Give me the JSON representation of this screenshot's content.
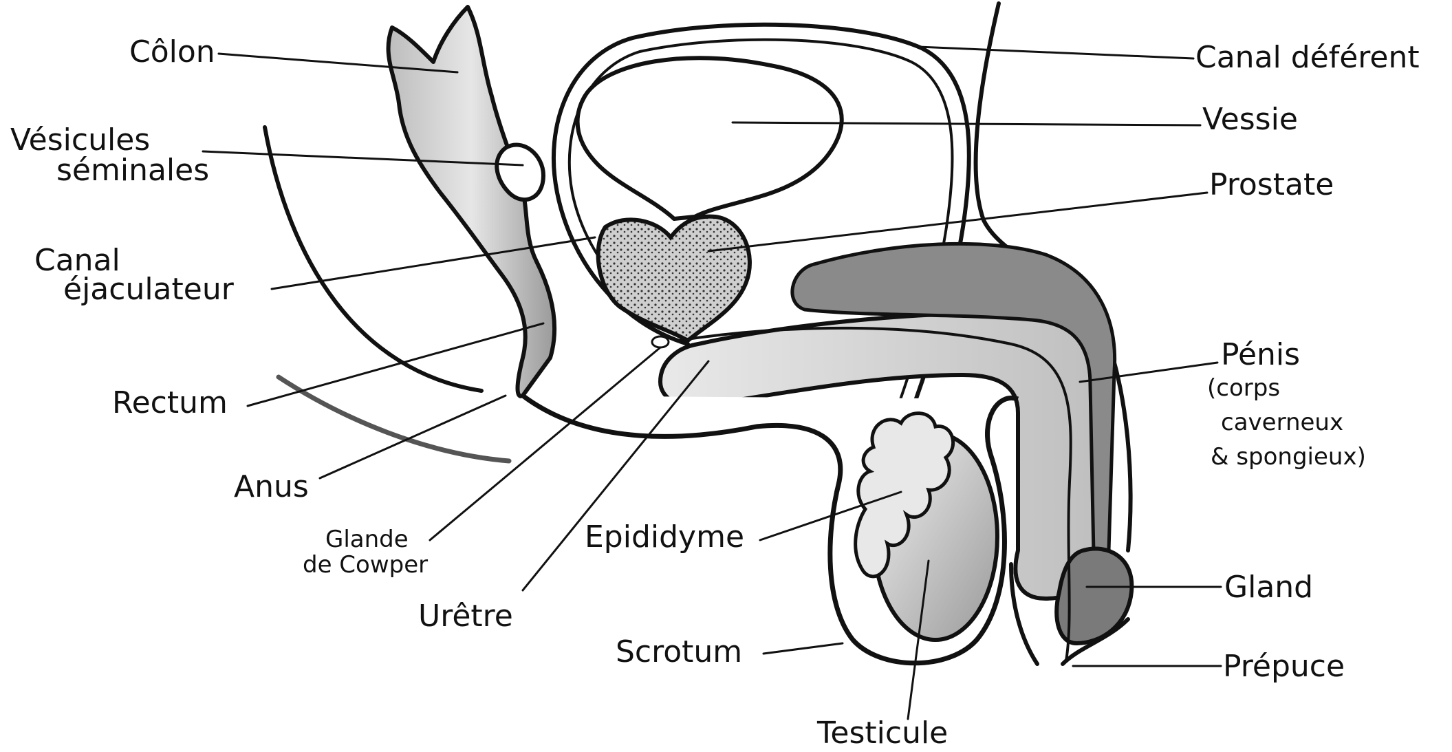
{
  "labels": {
    "colon": "Côlon",
    "vesicules_1": "Vésicules",
    "vesicules_2": "séminales",
    "canal_ejac_1": "Canal",
    "canal_ejac_2": "éjaculateur",
    "rectum": "Rectum",
    "anus": "Anus",
    "glande_1": "Glande",
    "glande_2": "de Cowper",
    "uretre": "Urêtre",
    "epididyme": "Epididyme",
    "scrotum": "Scrotum",
    "testicule": "Testicule",
    "canal_deferent": "Canal déférent",
    "vessie": "Vessie",
    "prostate": "Prostate",
    "penis_1": "Pénis",
    "penis_2": "(corps",
    "penis_3": "caverneux",
    "penis_4": "& spongieux)",
    "gland": "Gland",
    "prepuce": "Prépuce"
  },
  "colors": {
    "ink": "#111111",
    "shade_dark": "#6e6e6e",
    "shade_mid": "#a9a9a9",
    "shade_light": "#d8d8d8",
    "background": "#ffffff"
  }
}
